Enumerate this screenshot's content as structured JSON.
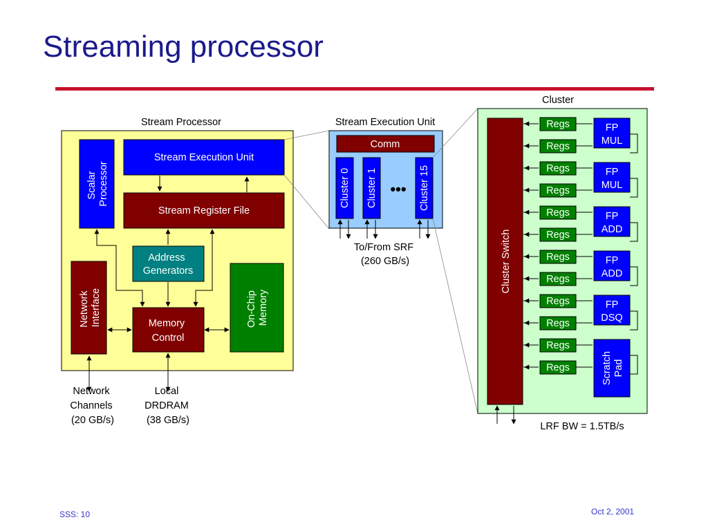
{
  "title": "Streaming processor",
  "footer": {
    "left": "SSS: 10",
    "right": "Oct 2, 2001"
  },
  "colors": {
    "title": "#1a1a8c",
    "rule": "#c8102e",
    "stream_processor_bg": "#ffff99",
    "seu_panel_bg": "#99ccff",
    "cluster_panel_bg": "#ccffcc",
    "blue_block": "#0000ff",
    "maroon_block": "#800000",
    "teal_block": "#008080",
    "green_block": "#008000",
    "footer": "#3333cc"
  },
  "stream_processor": {
    "label": "Stream Processor",
    "scalar_processor": [
      "Scalar",
      "Processor"
    ],
    "stream_execution_unit": "Stream Execution Unit",
    "stream_register_file": "Stream Register File",
    "address_generators": [
      "Address",
      "Generators"
    ],
    "network_interface": [
      "Network",
      "Interface"
    ],
    "memory_control": [
      "Memory",
      "Control"
    ],
    "on_chip_memory": [
      "On-Chip",
      "Memory"
    ],
    "network_channels": [
      "Network",
      "Channels",
      "(20 GB/s)"
    ],
    "local_drdram": [
      "Local",
      "DRDRAM",
      "(38 GB/s)"
    ]
  },
  "stream_execution_unit": {
    "label": "Stream Execution Unit",
    "comm": "Comm",
    "clusters": [
      "Cluster 0",
      "Cluster 1",
      "Cluster 15"
    ],
    "ellipsis": "•••",
    "srf_caption": [
      "To/From SRF",
      "(260 GB/s)"
    ]
  },
  "cluster": {
    "label": "Cluster",
    "switch": "Cluster Switch",
    "regs_label": "Regs",
    "units": [
      [
        "FP",
        "MUL"
      ],
      [
        "FP",
        "MUL"
      ],
      [
        "FP",
        "ADD"
      ],
      [
        "FP",
        "ADD"
      ],
      [
        "FP",
        "DSQ"
      ],
      [
        "Scratch",
        "Pad"
      ]
    ],
    "lrf_bw": "LRF BW = 1.5TB/s"
  }
}
